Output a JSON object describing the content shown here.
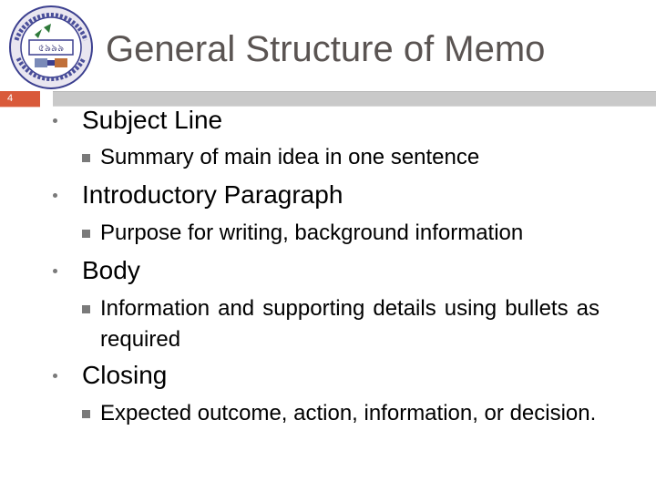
{
  "slide": {
    "title": "General Structure of Memo",
    "page_number": "4",
    "logo_text": "৫৯৯৯"
  },
  "bullets": [
    {
      "heading": "Subject Line",
      "detail": "Summary of main idea in one sentence"
    },
    {
      "heading": "Introductory Paragraph",
      "detail": "Purpose for writing, background information"
    },
    {
      "heading": "Body",
      "detail": "Information and supporting details using bullets as required"
    },
    {
      "heading": "Closing",
      "detail": "Expected outcome, action, information, or decision."
    }
  ],
  "colors": {
    "title": "#5a5452",
    "page_number_badge": "#d95a3a",
    "rule": "#c9c9c9",
    "bullet": "#7a7a7a"
  },
  "icons": {
    "logo": "institute-seal-icon"
  }
}
